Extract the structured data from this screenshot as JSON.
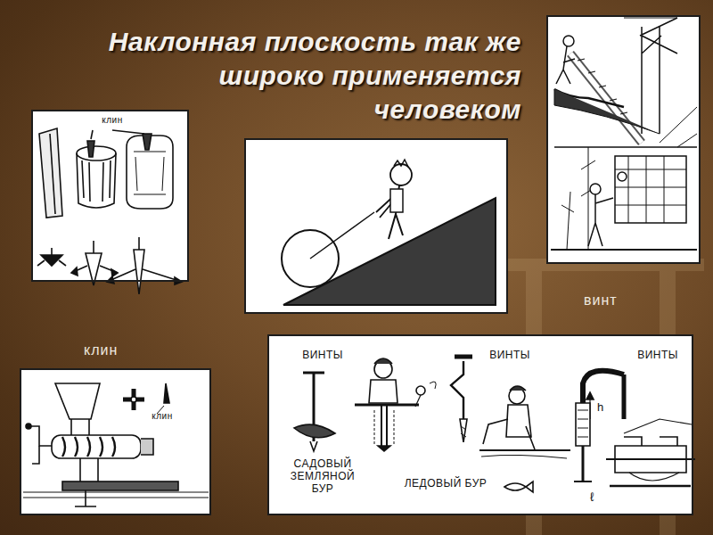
{
  "diagram": {
    "title": "Наклонная плоскость так же широко применяется человеком",
    "nodes": [
      {
        "text": [
          "клин"
        ]
      },
      {
        "text": [
          "клин"
        ]
      },
      {
        "text": [
          "ВИНТЫ",
          "САДОВЫЙ ЗЕМЛЯНОЙ БУР",
          "ВИНТЫ",
          "ЛЕДОВЫЙ БУР",
          "ВИНТЫ",
          "h",
          "ℓ"
        ]
      }
    ],
    "labels": [
      "винт",
      "клин"
    ]
  }
}
